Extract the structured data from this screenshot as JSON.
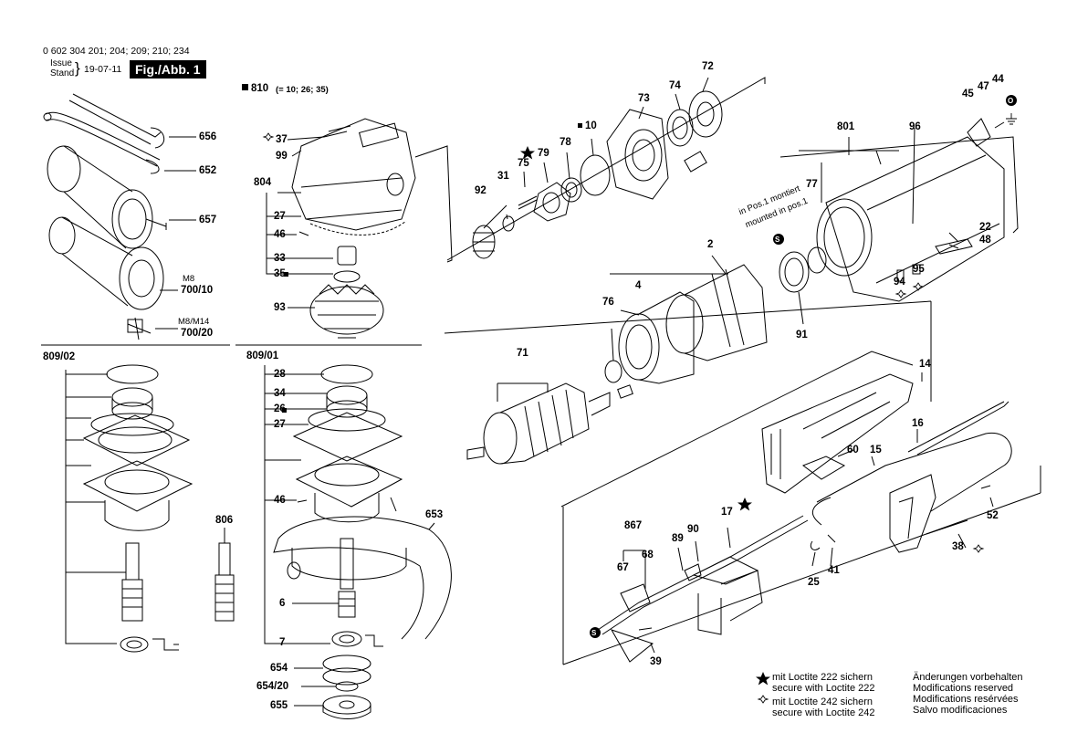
{
  "header": {
    "part_numbers": "0 602 304 201; 204; 209; 210; 234",
    "issue_label": "Issue",
    "stand_label": "Stand",
    "date": "19-07-11",
    "figure_label": "Fig./Abb. 1",
    "group_810": "810",
    "group_810_note": "(= 10; 26; 35)"
  },
  "labels": {
    "p656": "656",
    "p652": "652",
    "p657": "657",
    "m8": "M8",
    "p700_10": "700/10",
    "m8m14": "M8/M14",
    "p700_20": "700/20",
    "p37": "37",
    "p99": "99",
    "p804": "804",
    "p27a": "27",
    "p46a": "46",
    "p33": "33",
    "p35": "35",
    "p93": "93",
    "p809_02": "809/02",
    "p809_01": "809/01",
    "p28": "28",
    "p34": "34",
    "p26": "26",
    "p27b": "27",
    "p46b": "46",
    "p806": "806",
    "p653": "653",
    "p6": "6",
    "p7": "7",
    "p654": "654",
    "p654_20": "654/20",
    "p655": "655",
    "p92": "92",
    "p31": "31",
    "p75": "75",
    "p79": "79",
    "p78": "78",
    "p10": "10",
    "p73": "73",
    "p74": "74",
    "p72": "72",
    "p45": "45",
    "p47": "47",
    "p44": "44",
    "p801": "801",
    "p96": "96",
    "p77": "77",
    "pos1_de": "in Pos.1 montiert",
    "pos1_en": "mounted in pos.1",
    "p22": "22",
    "p48": "48",
    "p94": "94",
    "p95": "95",
    "p2": "2",
    "p4": "4",
    "p76": "76",
    "p91": "91",
    "p71": "71",
    "p14": "14",
    "p16": "16",
    "p60": "60",
    "p15": "15",
    "p52": "52",
    "p38": "38",
    "p867": "867",
    "p67": "67",
    "p68": "68",
    "p89": "89",
    "p90": "90",
    "p17": "17",
    "p25": "25",
    "p41": "41",
    "p39": "39",
    "s_a": "S",
    "s_b": "S",
    "o_mark": "O"
  },
  "notes": {
    "loctite222_de": "mit Loctite 222 sichern",
    "loctite222_en": "secure with Loctite 222",
    "loctite242_de": "mit Loctite 242 sichern",
    "loctite242_en": "secure with Loctite 242",
    "mod_de": "Änderungen vorbehalten",
    "mod_en": "Modifications reserved",
    "mod_fr": "Modifications resérvées",
    "mod_es": "Salvo modificaciones"
  }
}
